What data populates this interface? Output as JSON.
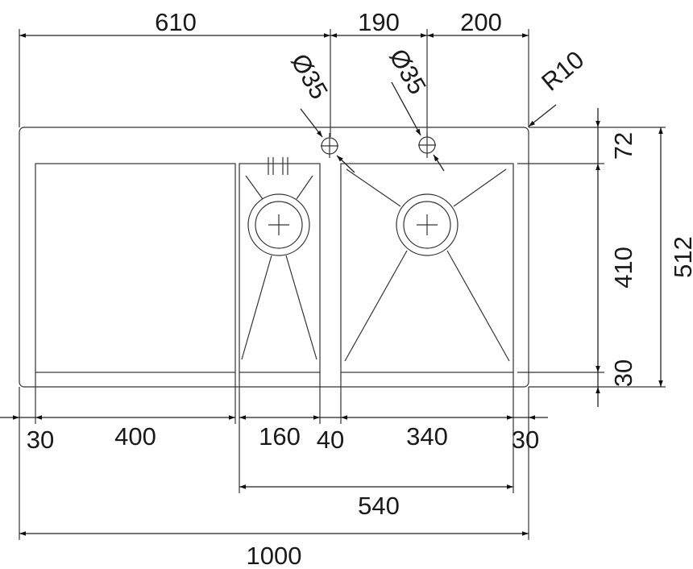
{
  "title": "Sink dimension drawing",
  "dimensions": {
    "top_left": "610",
    "top_mid": "190",
    "top_right": "200",
    "tap_hole_1": "Ø35",
    "tap_hole_2": "Ø35",
    "corner_radius": "R10",
    "right_top": "72",
    "right_mid": "410",
    "right_bottom": "30",
    "right_total": "512",
    "bottom_rim_left": "30",
    "bottom_drainer": "400",
    "bottom_small_bowl": "160",
    "bottom_divider": "40",
    "bottom_large_bowl": "340",
    "bottom_rim_right": "30",
    "bowls_total": "540",
    "total_width": "1000"
  }
}
